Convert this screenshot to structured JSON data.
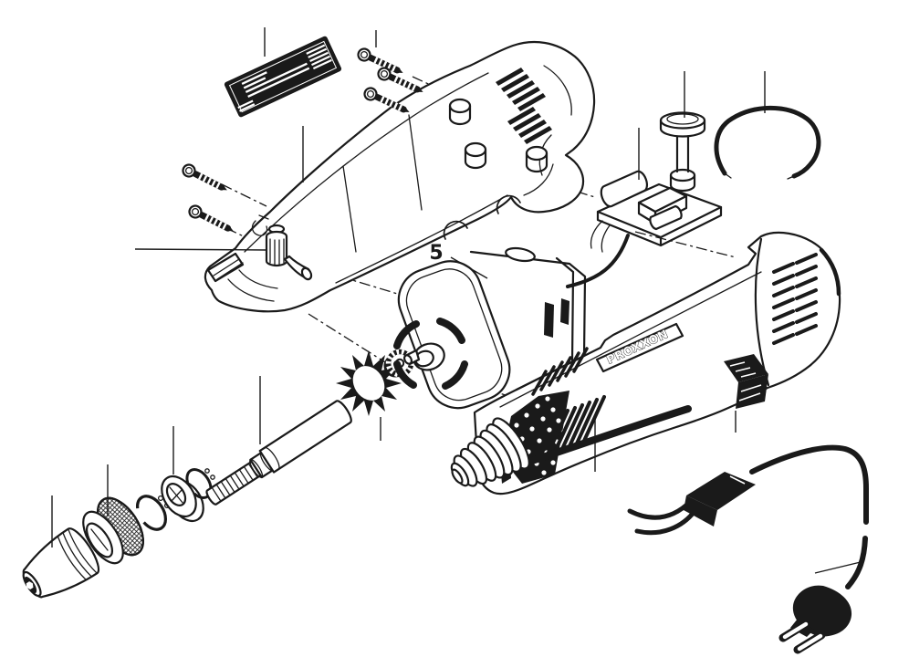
{
  "diagram": {
    "type": "exploded-parts-diagram",
    "brand_label": "PROXXON",
    "callouts": [
      {
        "number": "5",
        "points_to": "motor"
      }
    ],
    "colors": {
      "ink": "#1a1a1a",
      "paper": "#ffffff"
    },
    "parts_depicted": [
      "type-label-sticker",
      "housing-screws",
      "housing-shell-half",
      "spindle-lock-knob",
      "motor",
      "fan-impeller",
      "pinion-gear",
      "spindle-shaft",
      "chuck",
      "collar-nut",
      "snap-ring",
      "bearing",
      "control-board",
      "speed-dial-knob",
      "wire-clip",
      "tool-body",
      "switch",
      "power-cord",
      "strain-relief",
      "mains-plug"
    ]
  }
}
